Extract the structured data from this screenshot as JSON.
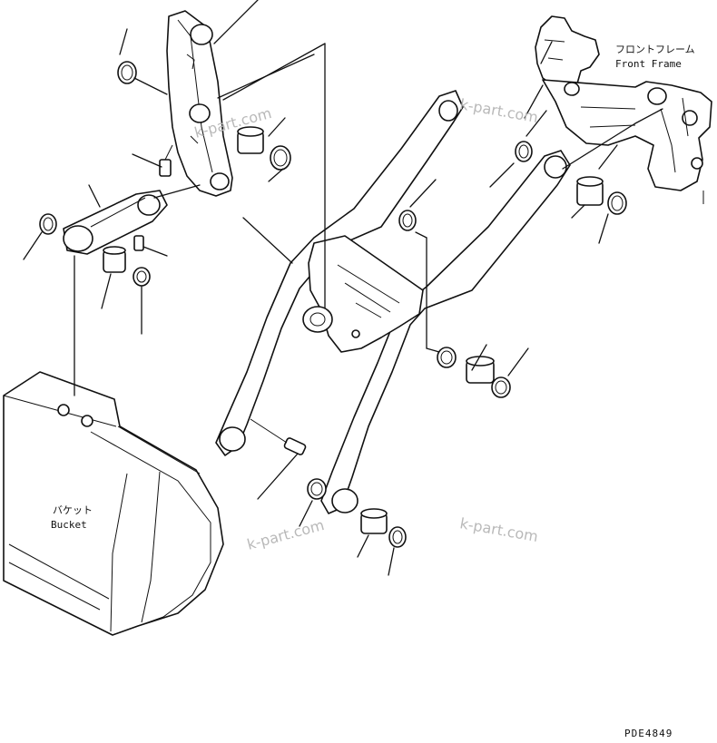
{
  "labels": {
    "front_frame_jp": "フロントフレーム",
    "front_frame_en": "Front Frame",
    "bucket_jp": "バケット",
    "bucket_en": "Bucket"
  },
  "watermarks": [
    "k-part.com",
    "k-part.com",
    "k-part.com",
    "k-part.com"
  ],
  "drawing_code": "PDE4849"
}
